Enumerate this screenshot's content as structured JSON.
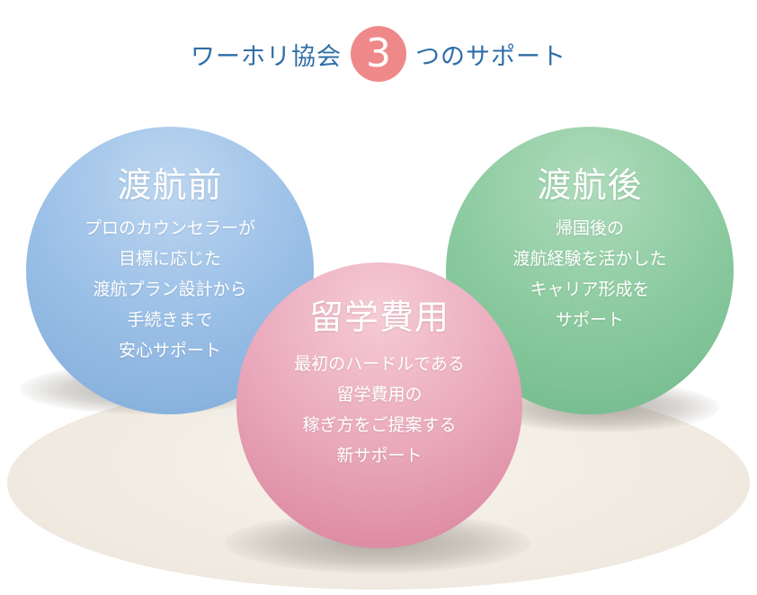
{
  "header": {
    "prefix": "ワーホリ協会",
    "number": "3",
    "suffix": "つのサポート"
  },
  "circles": {
    "before": {
      "title": "渡航前",
      "lines": [
        "プロのカウンセラーが",
        "目標に応じた",
        "渡航プラン設計から",
        "手続きまで",
        "安心サポート"
      ]
    },
    "after": {
      "title": "渡航後",
      "lines": [
        "帰国後の",
        "渡航経験を活かした",
        "キャリア形成を",
        "サポート"
      ]
    },
    "cost": {
      "title": "留学費用",
      "lines": [
        "最初のハードルである",
        "留学費用の",
        "稼ぎ方をご提案する",
        "新サポート"
      ]
    }
  },
  "colors": {
    "header_text": "#2f6ea8",
    "badge": "#ef8989",
    "before_circle": "#9ec2e8",
    "after_circle": "#8fcca2",
    "cost_circle": "#e9a8bb",
    "stage": "#efe9df"
  }
}
